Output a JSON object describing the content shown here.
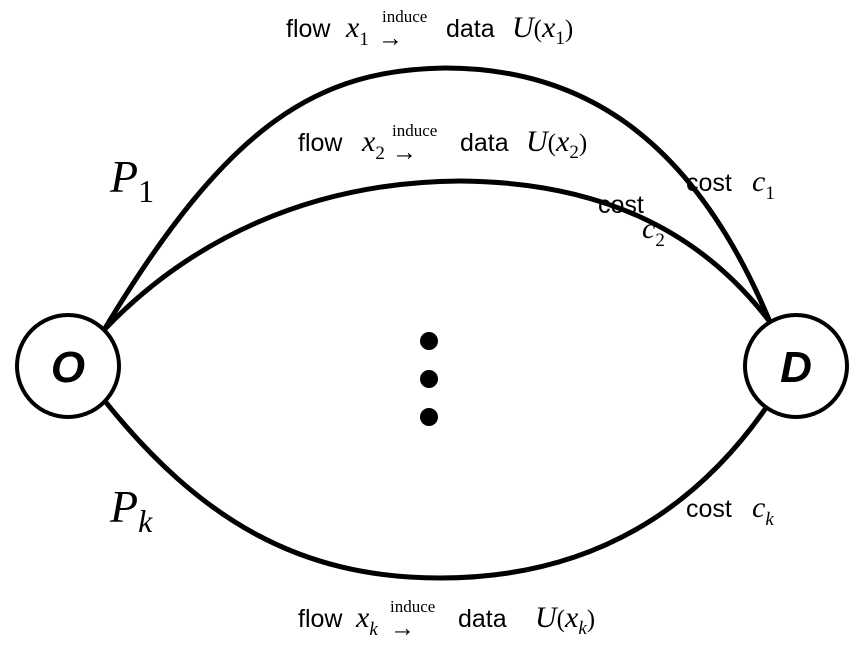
{
  "nodes": {
    "origin": "O",
    "destination": "D"
  },
  "paths": {
    "first": {
      "name": "P",
      "sub": "1"
    },
    "last": {
      "name": "P",
      "sub": "k"
    }
  },
  "edges": {
    "path1": {
      "flow_word": "flow",
      "var": "x",
      "var_sub": "1",
      "arrow": "→",
      "arrow_label": "induce",
      "data_word": "data",
      "func": "U",
      "open": "(",
      "arg": "x",
      "arg_sub": "1",
      "close": ")",
      "cost_word": "cost",
      "cost_var": "c",
      "cost_sub": "1"
    },
    "path2": {
      "flow_word": "flow",
      "var": "x",
      "var_sub": "2",
      "arrow": "→",
      "arrow_label": "induce",
      "data_word": "data",
      "func": "U",
      "open": "(",
      "arg": "x",
      "arg_sub": "2",
      "close": ")",
      "cost_word": "cost",
      "cost_var": "c",
      "cost_sub": "2"
    },
    "pathk": {
      "flow_word": "flow",
      "var": "x",
      "var_sub": "k",
      "arrow": "→",
      "arrow_label": "induce",
      "data_word": "data",
      "func": "U",
      "open": "(",
      "arg": "x",
      "arg_sub": "k",
      "close": ")",
      "cost_word": "cost",
      "cost_var": "c",
      "cost_sub": "k"
    }
  },
  "colors": {
    "stroke": "#000000",
    "background": "#ffffff"
  }
}
